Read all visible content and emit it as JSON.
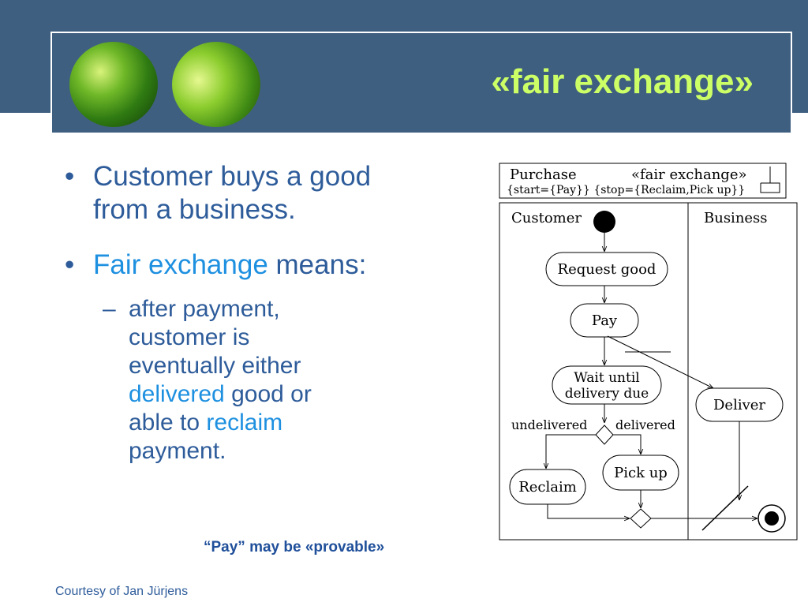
{
  "slide": {
    "title": "«fair exchange»",
    "bullets": [
      {
        "parts": [
          "Customer buys a good",
          "from a business."
        ]
      },
      {
        "highlight": "Fair exchange",
        "rest": " means:"
      }
    ],
    "sub_bullet": {
      "marker": "–",
      "lines": [
        "after payment,",
        "customer is",
        "eventually either"
      ],
      "delivered": "delivered",
      "good_or": " good or",
      "able_to": "able to ",
      "reclaim": "reclaim",
      "payment": "payment."
    },
    "note": "“Pay” may be «provable»",
    "credit": "Courtesy of Jan Jürjens",
    "accent_color": "#1e90e0",
    "title_color": "#ccff66"
  },
  "diagram": {
    "header_name": "Purchase",
    "stereotype": "«fair exchange»",
    "tagged_values": "{start={Pay}} {stop={Reclaim,Pick up}}",
    "swimlanes": [
      "Customer",
      "Business"
    ],
    "activities": {
      "request_good": "Request good",
      "pay": "Pay",
      "wait_line1": "Wait until",
      "wait_line2": "delivery due",
      "deliver": "Deliver",
      "reclaim": "Reclaim",
      "pick_up": "Pick up"
    },
    "guards": {
      "undelivered": "undelivered",
      "delivered": "delivered"
    }
  }
}
